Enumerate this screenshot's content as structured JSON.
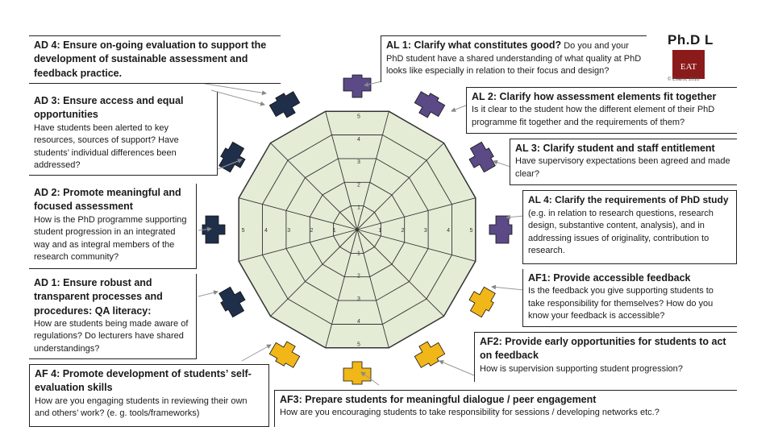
{
  "header": {
    "title": "Ph.D L",
    "logo_text": "EAT",
    "logo_caption": "© Evans, 2016"
  },
  "colors": {
    "ad": "#1f2f4a",
    "al": "#5b4a86",
    "af": "#f1b719",
    "wheel_fill": "#e4ecd6",
    "wheel_line": "#333333"
  },
  "wheel": {
    "scale": [
      "1",
      "2",
      "3",
      "4",
      "5"
    ]
  },
  "boxes": {
    "ad4": {
      "head": "AD 4: Ensure on-going evaluation to support the development of sustainable assessment and feedback practice.",
      "body": ""
    },
    "ad3": {
      "head": "AD 3: Ensure access and equal opportunities",
      "body": "Have students been alerted to key resources, sources of support? Have students’ individual differences been addressed?"
    },
    "ad2": {
      "head": "AD 2: Promote meaningful and focused assessment",
      "body": "How is the PhD programme supporting student progression in an integrated way and as integral members of the research community?"
    },
    "ad1": {
      "head": "AD 1: Ensure robust and transparent processes and procedures: QA literacy:",
      "body": "How are students being made aware of regulations? Do lecturers have shared understandings?"
    },
    "af4": {
      "head": "AF 4: Promote development of students’ self-evaluation skills",
      "body": "How are you engaging students in reviewing their own and others’ work? (e. g. tools/frameworks)"
    },
    "af3": {
      "head": "AF3: Prepare students for meaningful dialogue / peer engagement",
      "body": "How are you encouraging students to take responsibility for sessions / developing networks etc.?"
    },
    "af2": {
      "head": "AF2: Provide early opportunities for students to act on feedback",
      "body": "How is supervision supporting student progression?"
    },
    "af1": {
      "head": "AF1: Provide accessible feedback",
      "body": "Is the feedback you give supporting students to take responsibility for themselves? How do you know your feedback is accessible?"
    },
    "al4": {
      "head": "AL 4: Clarify the requirements of PhD study",
      "body": "(e.g. in relation to research questions, research design, substantive content, analysis), and in addressing issues of originality, contribution to research."
    },
    "al3": {
      "head": "AL 3: Clarify student and staff entitlement",
      "body": "Have supervisory expectations been agreed and made clear?"
    },
    "al2": {
      "head": "AL 2: Clarify how assessment elements fit together",
      "body": "Is it clear to the student how the different element of their PhD programme fit together and the requirements of them?"
    },
    "al1": {
      "head": "AL 1: Clarify what constitutes good?",
      "body": "Do you and your PhD student have a shared understanding of what quality at PhD looks like especially in relation to their focus and design?"
    }
  }
}
